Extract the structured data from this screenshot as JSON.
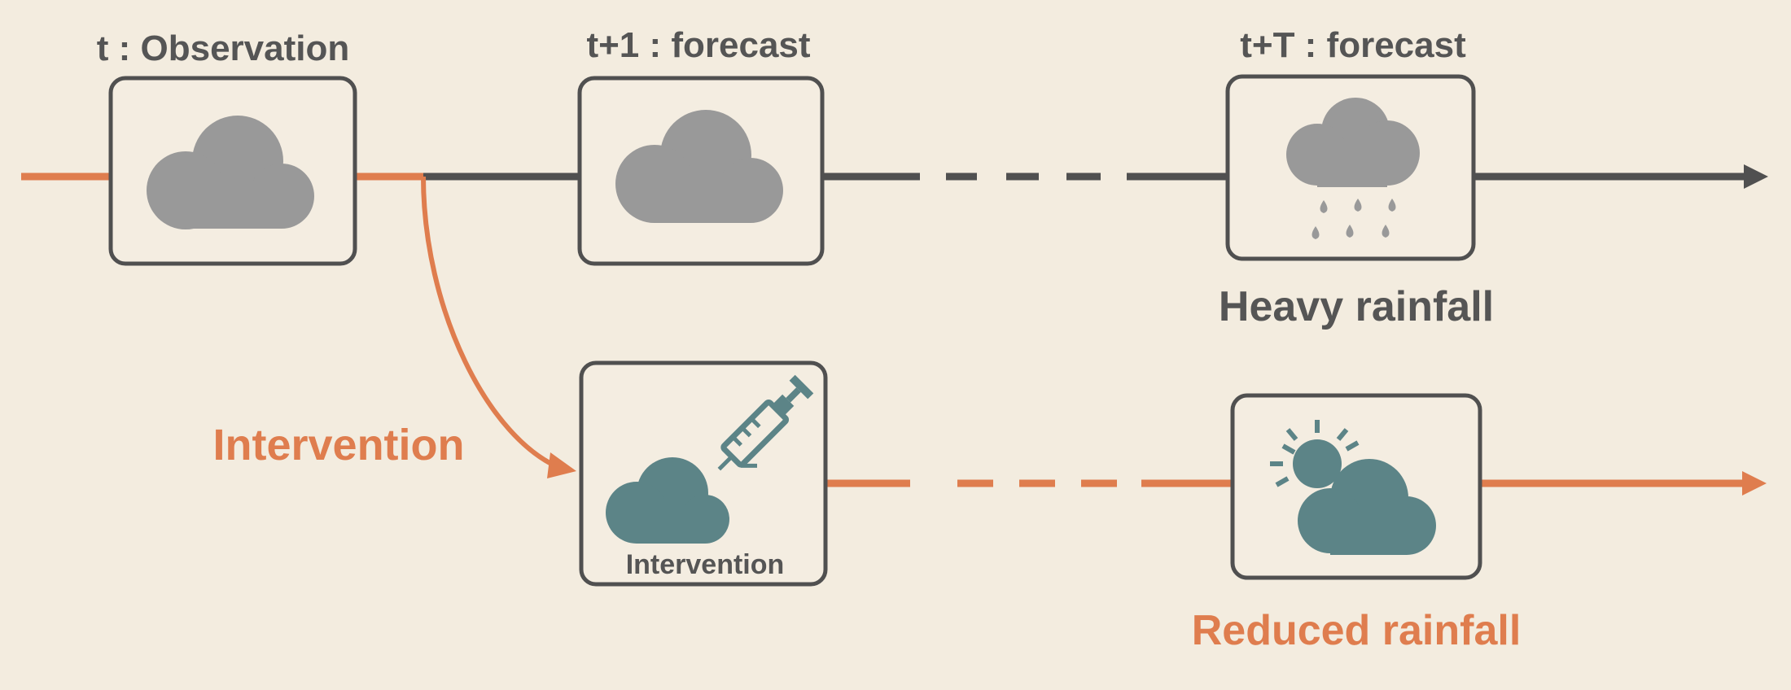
{
  "stages": {
    "observation": {
      "title": "t : Observation",
      "icon": "cloud-icon"
    },
    "forecast_1": {
      "title": "t+1 : forecast",
      "icon": "cloud-icon"
    },
    "forecast_T": {
      "title": "t+T : forecast",
      "icon": "rain-cloud-icon",
      "caption": "Heavy rainfall"
    }
  },
  "intervention_branch": {
    "arrow_label": "Intervention",
    "box_caption": "Intervention",
    "box_icons": [
      "teal-cloud-icon",
      "syringe-icon"
    ],
    "outcome_icon": "sun-behind-cloud-icon",
    "outcome_caption": "Reduced rainfall"
  },
  "colors": {
    "background": "#f3ecdf",
    "dark": "#505050",
    "text_dark": "#555555",
    "orange": "#df7d4e",
    "gray_cloud": "#999999",
    "teal": "#5c8487"
  }
}
